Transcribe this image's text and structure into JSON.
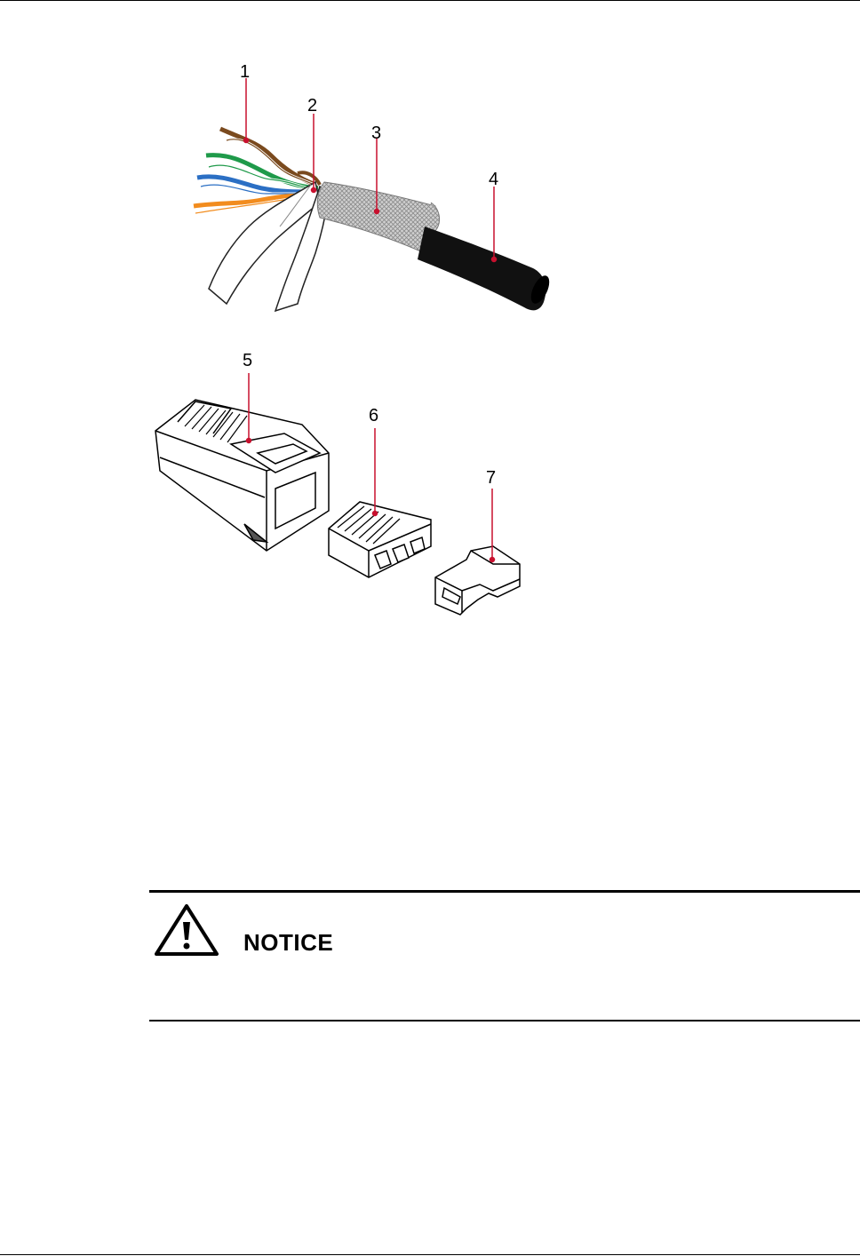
{
  "figure": {
    "callouts": [
      "1",
      "2",
      "3",
      "4",
      "5",
      "6",
      "7"
    ],
    "colors": {
      "wire_brown": "#7a4a1e",
      "wire_green": "#1f9a4a",
      "wire_blue": "#2b6fc4",
      "wire_orange": "#f28c1e",
      "jacket": "#111111",
      "leader": "#c8102e"
    }
  },
  "notice": {
    "icon": "warning-triangle-icon",
    "title": "NOTICE"
  }
}
